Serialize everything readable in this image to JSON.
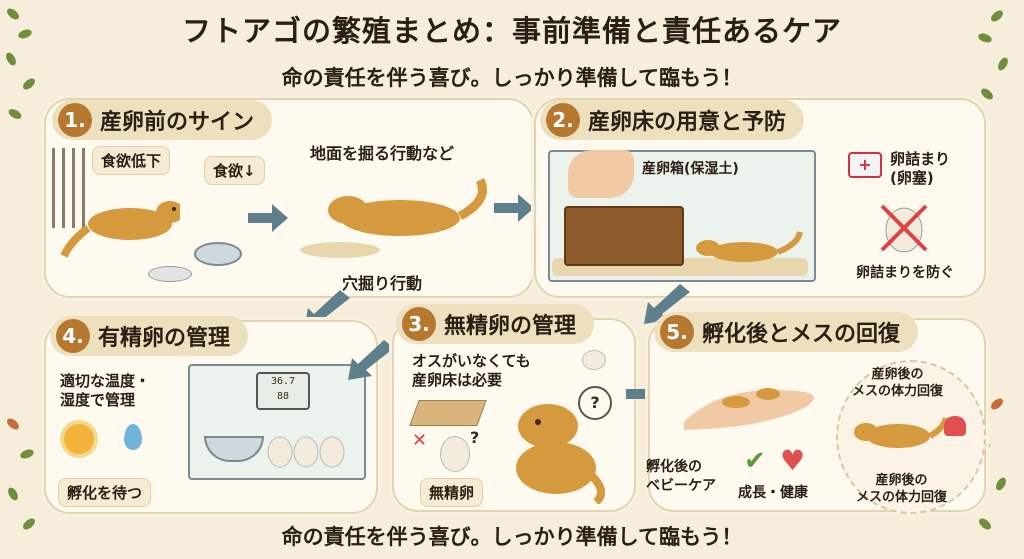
{
  "title": "フトアゴの繁殖まとめ：事前準備と責任あるケア",
  "subtitle": "命の責任を伴う喜び。しっかり準備して臨もう！",
  "footer": "命の責任を伴う喜び。しっかり準備して臨もう！",
  "sections": [
    {
      "num": "1.",
      "label": "産卵前のサイン"
    },
    {
      "num": "2.",
      "label": "産卵床の用意と予防"
    },
    {
      "num": "3.",
      "label": "無精卵の管理"
    },
    {
      "num": "4.",
      "label": "有精卵の管理"
    },
    {
      "num": "5.",
      "label": "孵化後とメスの回復"
    }
  ],
  "s1": {
    "appetite_low": "食欲低下",
    "appetite_down": "食欲↓",
    "digging": "地面を掘る行動など",
    "dig_action": "穴掘り行動"
  },
  "s2": {
    "box": "産卵箱(保湿土)",
    "egg_binding": "卵詰まり\n(卵塞)",
    "prevent": "卵詰まりを防ぐ"
  },
  "s3": {
    "need_bed": "オスがいなくても\n産卵床は必要",
    "infertile": "無精卵"
  },
  "s4": {
    "temp_manage": "適切な温度・\n湿度で管理",
    "wait": "孵化を待つ",
    "thermo_top": "36.7",
    "thermo_bottom": "88"
  },
  "s5": {
    "baby_care": "孵化後の\nベビーケア",
    "growth": "成長・健康",
    "recovery_top": "産卵後の\nメスの体力回復",
    "recovery_bottom": "産卵後の\nメスの体力回復"
  },
  "colors": {
    "accent": "#b6782f",
    "pill": "#ede0bf",
    "panel": "#fffaf0",
    "arrow": "#5f7f8c"
  }
}
